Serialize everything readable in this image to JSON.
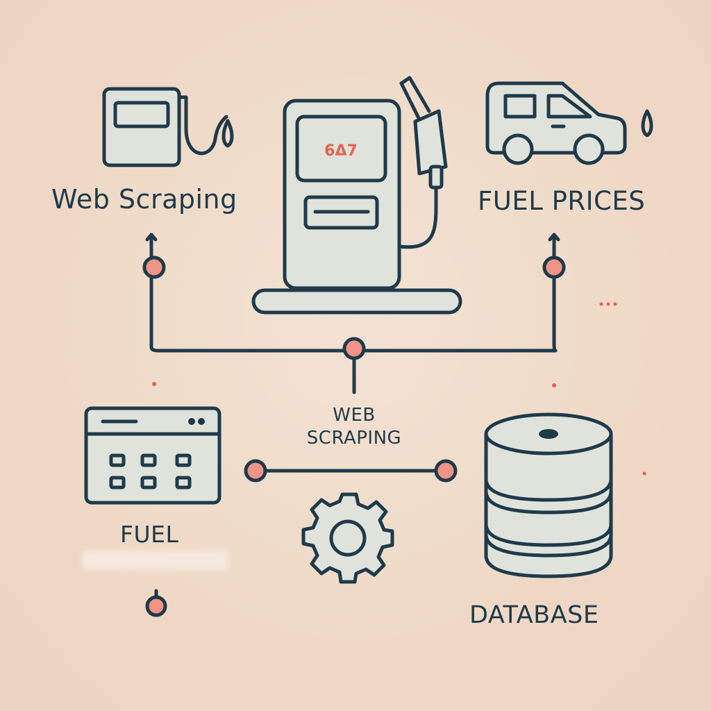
{
  "labels": {
    "web_scraping_top": "Web Scraping",
    "fuel_prices": "FUEL PRICES",
    "web_scraping_center_line1": "WEB",
    "web_scraping_center_line2": "SCRAPING",
    "fuel": "FUEL",
    "database": "DATABASE"
  },
  "pump_display_text": "6Δ7",
  "colors": {
    "background": "#f0dccb",
    "stroke": "#1f3a4a",
    "node_fill": "#ef9486",
    "panel_fill": "#dfe3db",
    "accent_red": "#e9604f"
  }
}
